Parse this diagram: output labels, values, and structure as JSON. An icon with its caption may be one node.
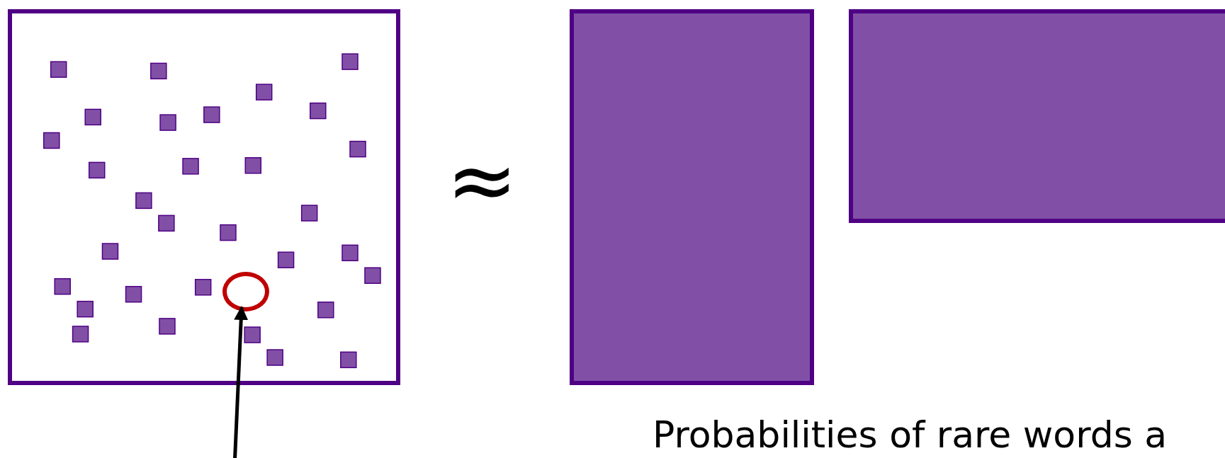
{
  "diagram": {
    "nodes": [
      {
        "text": [],
        "shape": "box"
      },
      {
        "text": [],
        "shape": "circle",
        "in": 0
      },
      {
        "text": [],
        "shape": "box"
      },
      {
        "text": [],
        "shape": "box"
      }
    ],
    "edges": [
      {
        "from": null,
        "to": 1,
        "arrow": "to"
      }
    ],
    "labels": [
      "≈",
      "Probabilities of rare words a"
    ]
  }
}
